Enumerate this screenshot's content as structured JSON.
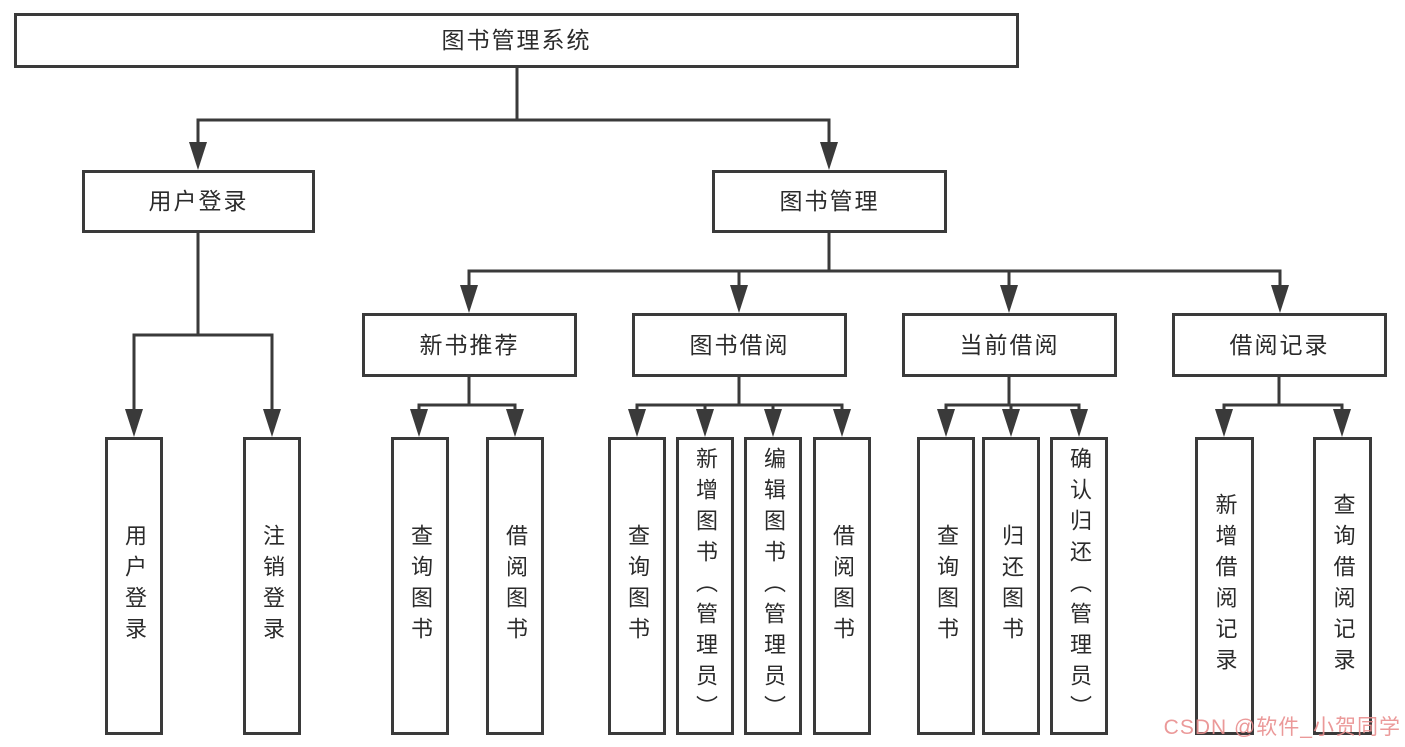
{
  "diagram_type": "hierarchy-tree",
  "colors": {
    "line": "#3a3a3a",
    "box_border": "#3a3a3a",
    "box_fill": "#ffffff",
    "text": "#2b2b2b",
    "background": "#ffffff",
    "watermark": "#e98f8f"
  },
  "nodes": {
    "root": "图书管理系统",
    "user_login": "用户登录",
    "book_mgmt": "图书管理",
    "new_book_rec": "新书推荐",
    "book_borrow": "图书借阅",
    "current_borrow": "当前借阅",
    "borrow_records": "借阅记录",
    "ul_user_login": "用户登录",
    "ul_logout": "注销登录",
    "nb_query_book": "查询图书",
    "nb_borrow_book": "借阅图书",
    "bb_query_book": "查询图书",
    "bb_add_book_admin": "新增图书（管理员）",
    "bb_edit_book_admin": "编辑图书（管理员）",
    "bb_borrow_book": "借阅图书",
    "cb_query_book": "查询图书",
    "cb_return_book": "归还图书",
    "cb_confirm_return_admin": "确认归还（管理员）",
    "br_add_record": "新增借阅记录",
    "br_query_record": "查询借阅记录"
  },
  "edges": [
    [
      "root",
      "user_login"
    ],
    [
      "root",
      "book_mgmt"
    ],
    [
      "user_login",
      "ul_user_login"
    ],
    [
      "user_login",
      "ul_logout"
    ],
    [
      "book_mgmt",
      "new_book_rec"
    ],
    [
      "book_mgmt",
      "book_borrow"
    ],
    [
      "book_mgmt",
      "current_borrow"
    ],
    [
      "book_mgmt",
      "borrow_records"
    ],
    [
      "new_book_rec",
      "nb_query_book"
    ],
    [
      "new_book_rec",
      "nb_borrow_book"
    ],
    [
      "book_borrow",
      "bb_query_book"
    ],
    [
      "book_borrow",
      "bb_add_book_admin"
    ],
    [
      "book_borrow",
      "bb_edit_book_admin"
    ],
    [
      "book_borrow",
      "bb_borrow_book"
    ],
    [
      "current_borrow",
      "cb_query_book"
    ],
    [
      "current_borrow",
      "cb_return_book"
    ],
    [
      "current_borrow",
      "cb_confirm_return_admin"
    ],
    [
      "borrow_records",
      "br_add_record"
    ],
    [
      "borrow_records",
      "br_query_record"
    ]
  ],
  "watermark": {
    "text": "CSDN @软件_小贺同学"
  }
}
